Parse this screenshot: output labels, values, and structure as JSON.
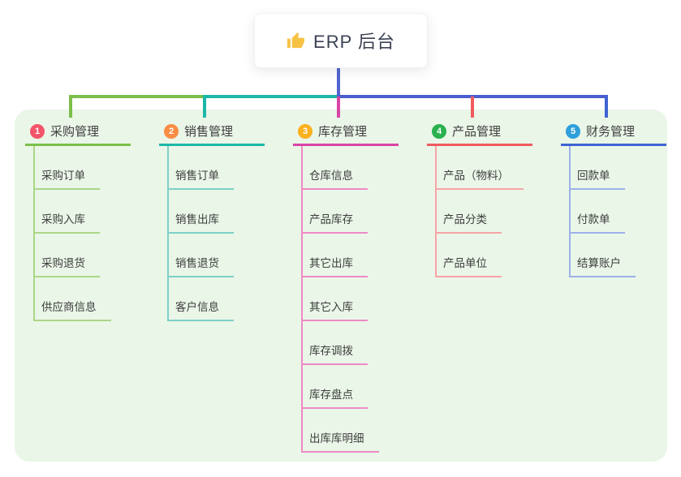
{
  "root": {
    "title": "ERP 后台",
    "icon": "thumbs-up-icon",
    "icon_color": "#f6c244",
    "line_color": "#5164d0"
  },
  "panel": {
    "bg": "#eaf6e8"
  },
  "connector": {
    "trunk_segments": [
      {
        "color": "#7cbf4a"
      },
      {
        "color": "#1cb7a7"
      },
      {
        "color": "#4a5ecf"
      }
    ]
  },
  "branches": [
    {
      "number": "1",
      "label": "采购管理",
      "badge_color": "#f4556a",
      "line_color": "#7cbf4a",
      "child_line_color": "#abd687",
      "children": [
        "采购订单",
        "采购入库",
        "采购退货",
        "供应商信息"
      ]
    },
    {
      "number": "2",
      "label": "销售管理",
      "badge_color": "#fa8c44",
      "line_color": "#1cb7a7",
      "child_line_color": "#7ed0c6",
      "children": [
        "销售订单",
        "销售出库",
        "销售退货",
        "客户信息"
      ]
    },
    {
      "number": "3",
      "label": "库存管理",
      "badge_color": "#fbb01f",
      "line_color": "#d944a6",
      "child_line_color": "#ee8ac6",
      "children": [
        "仓库信息",
        "产品库存",
        "其它出库",
        "其它入库",
        "库存调拨",
        "库存盘点",
        "出库库明细"
      ]
    },
    {
      "number": "4",
      "label": "产品管理",
      "badge_color": "#2ab14e",
      "line_color": "#f15b60",
      "child_line_color": "#f7a3a5",
      "children": [
        "产品（物料）",
        "产品分类",
        "产品单位"
      ]
    },
    {
      "number": "5",
      "label": "财务管理",
      "badge_color": "#2d9fdb",
      "line_color": "#3e63d2",
      "child_line_color": "#9cb1e8",
      "children": [
        "回款单",
        "付款单",
        "结算账户"
      ]
    }
  ]
}
